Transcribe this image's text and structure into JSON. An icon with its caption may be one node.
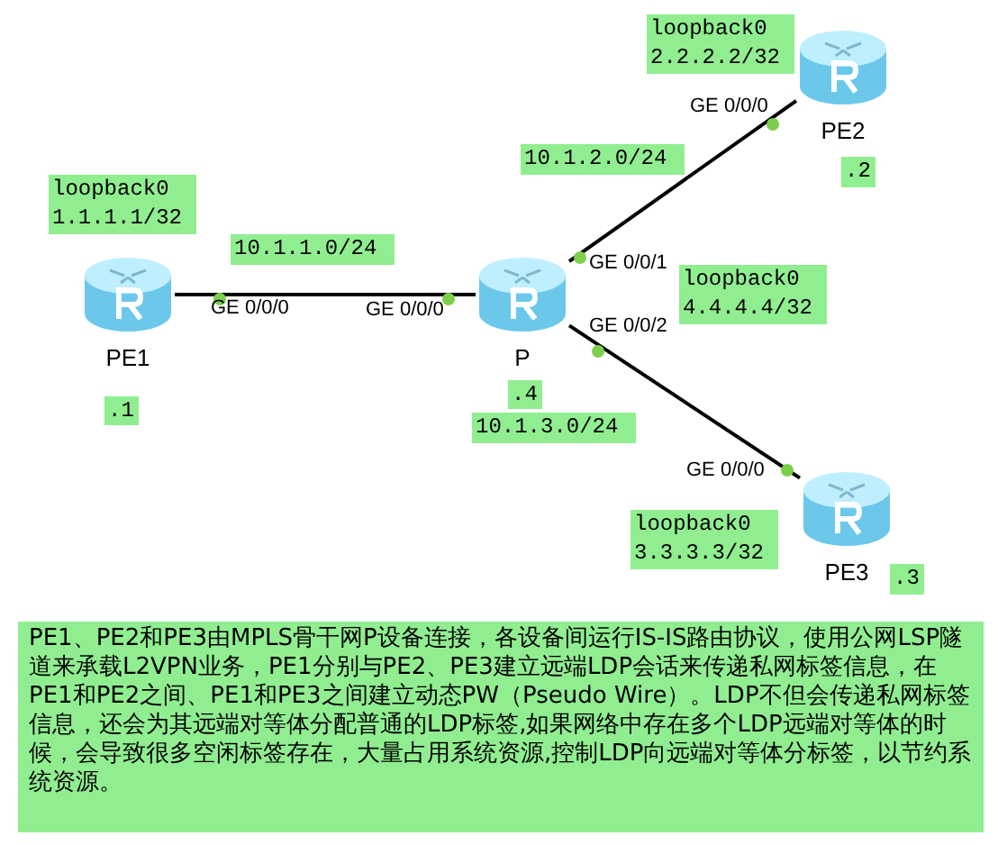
{
  "diagram": {
    "nodes": [
      {
        "text": [],
        "shape": "cylinder",
        "beside": [
          "PE1"
        ]
      },
      {
        "text": [],
        "shape": "cylinder",
        "beside": [
          "P"
        ]
      },
      {
        "text": [],
        "shape": "cylinder",
        "beside": [
          "PE2"
        ]
      },
      {
        "text": [],
        "shape": "cylinder",
        "beside": [
          "PE3"
        ]
      },
      {
        "text": [
          "loopback0 1.1.1.1/32"
        ]
      },
      {
        "text": [
          "10.1.1.0/24"
        ]
      },
      {
        "text": [
          ".1"
        ]
      },
      {
        "text": [
          "loopback0 2.2.2.2/32"
        ]
      },
      {
        "text": [
          "10.1.2.0/24"
        ]
      },
      {
        "text": [
          ".2"
        ]
      },
      {
        "text": [
          "loopback0 4.4.4.4/32"
        ]
      },
      {
        "text": [
          ".4"
        ]
      },
      {
        "text": [
          "10.1.3.0/24"
        ]
      },
      {
        "text": [
          "loopback0 3.3.3.3/32"
        ]
      },
      {
        "text": [
          ".3"
        ]
      },
      {
        "text": [
          "PE1、PE2和PE3由MPLS骨干网P设备连接，各设备间运行IS-IS路由协议，使用公网LSP隧道来承载L2VPN业务，PE1分别与PE2、PE3建立远端LDP会话来传递私网标签信息，在PE1和PE2之间、PE1和PE3之间建立动态PW（Pseudo Wire）。LDP不但会传递私网标签信息，还会为其远端对等体分配普通的LDP标签,如果网络中存在多个LDP远端对等体的时候，会导致很多空闲标签存在，大量占用系统资源,控制LDP向远端对等体分标签，以节约系统资源。"
        ]
      }
    ],
    "edges": [
      {
        "from": 0,
        "to": 1,
        "arrow": "none"
      },
      {
        "from": 1,
        "to": 2,
        "arrow": "none"
      },
      {
        "from": 1,
        "to": 3,
        "arrow": "none"
      }
    ],
    "labels": [
      "GE 0/0/0",
      "GE 0/0/0",
      "GE 0/0/0",
      "GE 0/0/1",
      "GE 0/0/2",
      "GE 0/0/0"
    ]
  }
}
